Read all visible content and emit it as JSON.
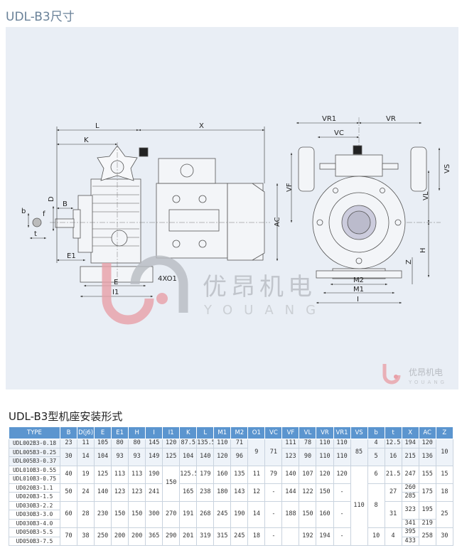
{
  "page_title": "UDL-B3尺寸",
  "table_title": "UDL-B3型机座安装形式",
  "watermark": {
    "cn": "优昂机电",
    "en": "YOUANG"
  },
  "drawing_labels": {
    "L": "L",
    "X": "X",
    "K": "K",
    "B": "B",
    "D": "D",
    "f": "f",
    "b": "b",
    "t": "t",
    "E1": "E1",
    "E": "E",
    "I1": "I1",
    "O1": "4XO1",
    "AC": "AC",
    "VR1": "VR1",
    "VR": "VR",
    "VC": "VC",
    "VF": "VF",
    "VS": "VS",
    "VL": "VL",
    "H": "H",
    "Z": "Z",
    "M2": "M2",
    "M1": "M1",
    "I": "I"
  },
  "table": {
    "headers": [
      "TYPE",
      "B",
      "D(j6)",
      "E",
      "E1",
      "H",
      "I",
      "I1",
      "K",
      "L",
      "M1",
      "M2",
      "O1",
      "VC",
      "VF",
      "VL",
      "VR",
      "VR1",
      "VS",
      "b",
      "t",
      "X",
      "AC",
      "Z"
    ],
    "rows": [
      [
        [
          "UDL002B3-0.18"
        ],
        [
          "23"
        ],
        [
          "11"
        ],
        [
          "105"
        ],
        [
          "80"
        ],
        [
          "80"
        ],
        [
          "145"
        ],
        [
          "120"
        ],
        [
          "87.5"
        ],
        [
          "135.5"
        ],
        [
          "110"
        ],
        [
          "71"
        ],
        [
          "9",
          3
        ],
        [
          "71",
          3
        ],
        [
          "111"
        ],
        [
          "78"
        ],
        [
          "110"
        ],
        [
          "110"
        ],
        [
          "85",
          3
        ],
        [
          "4"
        ],
        [
          "12.5"
        ],
        [
          "194"
        ],
        [
          "120"
        ],
        [
          "10",
          3
        ]
      ],
      [
        [
          "UDL005B3-0.25"
        ],
        [
          "30",
          2
        ],
        [
          "14",
          2
        ],
        [
          "104",
          2
        ],
        [
          "93",
          2
        ],
        [
          "93",
          2
        ],
        [
          "149",
          2
        ],
        [
          "125",
          2
        ],
        [
          "104",
          2
        ],
        [
          "140",
          2
        ],
        [
          "120",
          2
        ],
        [
          "96",
          2
        ],
        [
          "123",
          2
        ],
        [
          "90",
          2
        ],
        [
          "110",
          2
        ],
        [
          "110",
          2
        ],
        [
          "5",
          2
        ],
        [
          "16",
          2
        ],
        [
          "215",
          2
        ],
        [
          "136",
          2
        ]
      ],
      [
        [
          "UDL005B3-0.37"
        ]
      ],
      [
        [
          "UDL010B3-0.55"
        ],
        [
          "40",
          2
        ],
        [
          "19",
          2
        ],
        [
          "125",
          2
        ],
        [
          "113",
          2
        ],
        [
          "113",
          2
        ],
        [
          "190",
          2
        ],
        [
          "150",
          4
        ],
        [
          "125.5",
          2
        ],
        [
          "179",
          2
        ],
        [
          "160",
          2
        ],
        [
          "135",
          2
        ],
        [
          "11",
          2
        ],
        [
          "79",
          2
        ],
        [
          "140",
          2
        ],
        [
          "107",
          2
        ],
        [
          "120",
          2
        ],
        [
          "120",
          2
        ],
        [
          "110",
          9
        ],
        [
          "6",
          2
        ],
        [
          "21.5",
          2
        ],
        [
          "247",
          2
        ],
        [
          "155",
          2
        ],
        [
          "15",
          2
        ]
      ],
      [
        [
          "UDL010B3-0.75"
        ]
      ],
      [
        [
          "UD020B3-1.1"
        ],
        [
          "50",
          2
        ],
        [
          "24",
          2
        ],
        [
          "140",
          2
        ],
        [
          "123",
          2
        ],
        [
          "123",
          2
        ],
        [
          "241",
          2
        ],
        [
          "165",
          2
        ],
        [
          "238",
          2
        ],
        [
          "180",
          2
        ],
        [
          "143",
          2
        ],
        [
          "12",
          2
        ],
        [
          "-",
          2
        ],
        [
          "144",
          2
        ],
        [
          "122",
          2
        ],
        [
          "150",
          2
        ],
        [
          "-",
          2
        ],
        [
          "8",
          5
        ],
        [
          "27",
          2
        ],
        [
          "260"
        ],
        [
          "175",
          2
        ],
        [
          "18",
          2
        ]
      ],
      [
        [
          "UD020B3-1.5"
        ],
        [
          "285"
        ]
      ],
      [
        [
          "UD030B3-2.2"
        ],
        [
          "60",
          3
        ],
        [
          "28",
          3
        ],
        [
          "230",
          3
        ],
        [
          "150",
          3
        ],
        [
          "150",
          3
        ],
        [
          "300",
          3
        ],
        [
          "270",
          3
        ],
        [
          "191",
          3
        ],
        [
          "268",
          3
        ],
        [
          "245",
          3
        ],
        [
          "190",
          3
        ],
        [
          "14",
          3
        ],
        [
          "-",
          3
        ],
        [
          "188",
          3
        ],
        [
          "150",
          3
        ],
        [
          "160",
          3
        ],
        [
          "-",
          3
        ],
        [
          "31",
          3
        ],
        [
          "323",
          2
        ],
        [
          "195",
          2
        ],
        [
          "25",
          3
        ]
      ],
      [
        [
          "UD030B3-3.0"
        ]
      ],
      [
        [
          "UD030B3-4.0"
        ],
        [
          "341"
        ],
        [
          "219"
        ]
      ],
      [
        [
          "UD050B3-5.5"
        ],
        [
          "70",
          2
        ],
        [
          "38",
          2
        ],
        [
          "250",
          2
        ],
        [
          "200",
          2
        ],
        [
          "200",
          2
        ],
        [
          "365",
          2
        ],
        [
          "290",
          2
        ],
        [
          "201",
          2
        ],
        [
          "319",
          2
        ],
        [
          "315",
          2
        ],
        [
          "245",
          2
        ],
        [
          "18",
          2
        ],
        [
          "-",
          2
        ],
        [
          "",
          2
        ],
        [
          "192",
          2
        ],
        [
          "194",
          2
        ],
        [
          "-",
          2
        ],
        [
          "10",
          2
        ],
        [
          "4",
          2
        ],
        [
          "395"
        ],
        [
          "258",
          2
        ],
        [
          "30",
          2
        ]
      ],
      [
        [
          "UD050B3-7.5"
        ],
        [
          "433"
        ]
      ]
    ]
  },
  "colors": {
    "header_bg": "#5b95cf",
    "panel_bg": "#e9eef5",
    "title": "#6a8299",
    "watermark_pink": "#e8a0a8",
    "watermark_gray": "#b8bcc2"
  }
}
